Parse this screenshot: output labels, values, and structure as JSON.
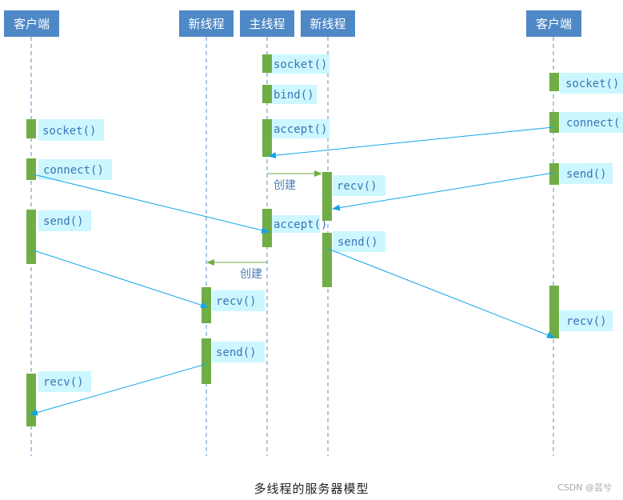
{
  "colors": {
    "header_bg": "#4f88c6",
    "header_text": "#ffffff",
    "lifeline": "#5b8fc7",
    "activation": "#70ad47",
    "label_bg": "#ccf7ff",
    "label_text": "#3b74b7",
    "message": "#12a5e8",
    "create_arrow": "#70ad47"
  },
  "participants": [
    {
      "id": "client-left",
      "label": "客户端"
    },
    {
      "id": "new-thread-1",
      "label": "新线程"
    },
    {
      "id": "main-thread",
      "label": "主线程"
    },
    {
      "id": "new-thread-2",
      "label": "新线程"
    },
    {
      "id": "client-right",
      "label": "客户端"
    }
  ],
  "calls": {
    "main_socket": "socket()",
    "main_bind": "bind()",
    "main_accept_1": "accept()",
    "main_accept_2": "accept()",
    "left_socket": "socket()",
    "left_connect": "connect()",
    "left_send": "send()",
    "left_recv": "recv()",
    "right_socket": "socket()",
    "right_connect": "connect(",
    "right_send": "send()",
    "right_recv": "recv()",
    "t2_recv": "recv()",
    "t2_send": "send()",
    "t1_recv": "recv()",
    "t1_send": "send()"
  },
  "creates": {
    "to_thread2": "创建",
    "to_thread1": "创建"
  },
  "caption": "多线程的服务器模型",
  "watermark": "CSDN @芸兮"
}
